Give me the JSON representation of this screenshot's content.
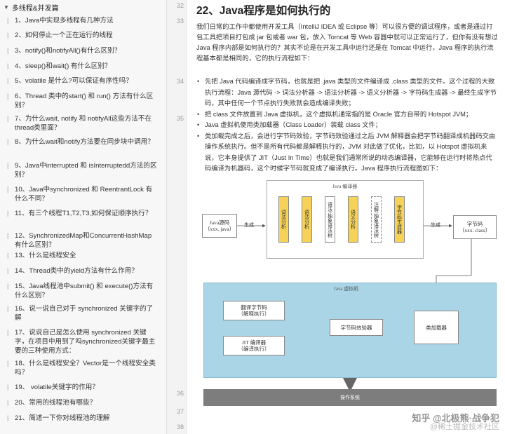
{
  "sidebar": {
    "header": "多线程&并发篇",
    "items": [
      {
        "label": "1、Java中实现多线程有几种方法"
      },
      {
        "label": "2、如何停止一个正在运行的线程"
      },
      {
        "label": "3、notify()和notifyAll()有什么区别？"
      },
      {
        "label": "4、sleep()和wait() 有什么区别？"
      },
      {
        "label": "5、volatile 是什么?可以保证有序性吗？"
      },
      {
        "label": "6、Thread 类中的start() 和 run() 方法有什么区别？"
      },
      {
        "label": "7、为什么wait, notify 和 notifyAll这些方法不在thread类里面？"
      },
      {
        "label": "8、为什么wait和notify方法要在同步块中调用？"
      },
      {
        "label": "9、Java中interrupted 和 isInterruptedd方法的区别？"
      },
      {
        "label": "10、Java中synchronized 和 ReentrantLock 有什么不同？"
      },
      {
        "label": "11、有三个线程T1,T2,T3,如何保证顺序执行？"
      },
      {
        "label": "12、SynchronizedMap和ConcurrentHashMap有什么区别？"
      },
      {
        "label": "13、什么是线程安全"
      },
      {
        "label": "14、Thread类中的yield方法有什么作用？"
      },
      {
        "label": "15、Java线程池中submit() 和 execute()方法有什么区别？"
      },
      {
        "label": "16、说一说自己对于 synchronized 关键字的了解"
      },
      {
        "label": "17、说说自己是怎么使用 synchronized 关键字，在项目中用到了吗synchronized关键字最主要的三种使用方式："
      },
      {
        "label": "18、什么是线程安全？Vector是一个线程安全类吗？"
      },
      {
        "label": "19、 volatile关键字的作用？"
      },
      {
        "label": "20、常用的线程池有哪些？"
      },
      {
        "label": "21、简述一下你对线程池的理解"
      }
    ]
  },
  "gutter": {
    "numbers": [
      "32",
      "33",
      "",
      "",
      "",
      "34",
      "",
      "35",
      "",
      "",
      "",
      "",
      "",
      "",
      "",
      "",
      "",
      "",
      "",
      "",
      "",
      "",
      "",
      "",
      "",
      "",
      "",
      "",
      "",
      "",
      "",
      "",
      "",
      "",
      "36",
      "37",
      "38"
    ]
  },
  "main": {
    "title": "22、Java程序是如何执行的",
    "paragraph": "我们日常的工作中都使用开发工具（IntelliJ IDEA 或 Eclipse 等）可以很方便的调试程序，或者是通过打包工具把项目打包成 jar 包或者 war 包，放入 Tomcat 等 Web 容器中就可以正常运行了，但你有没有想过 Java 程序内部是如何执行的？其实不论是在开发工具中运行还是在 Tomcat 中运行，Java 程序的执行流程基本都是相同的，它的执行流程如下：",
    "bullets": [
      "先把 Java 代码编译成字节码，也就是把 .java 类型的文件编译成 .class 类型的文件。这个过程的大致执行流程：Java 源代码 -> 词法分析器 -> 语法分析器 -> 语义分析器 -> 字符码生成器 -> 最终生成字节码，其中任何一个节点执行失败就会造成编译失败；",
      "把 class 文件放置到 Java 虚拟机，这个虚拟机通常指的是 Oracle 官方自带的 Hotspot JVM；",
      "Java 虚拟机使用类加载器（Class Loader）装载 class 文件；",
      "类加载完成之后，会进行字节码效验，字节码效验通过之后 JVM 解释器会把字节码翻译成机器码交由操作系统执行。但不是所有代码都是解释执行的，JVM 对此做了优化，比如，以 Hotspot 虚拟机来说，它本身提供了 JIT（Just In Time）也就是我们通常所说的动态编译器，它能够在运行时将热点代码编译为机器码，这个时候字节码就变成了编译执行。Java 程序执行流程图如下："
    ]
  },
  "diagram": {
    "compiler_label": "Java 编译器",
    "source_box": "Java源码\n（xxx. java）",
    "generate_1": "生成",
    "generate_2": "生成",
    "steps": [
      "词法分析",
      "语法分析",
      "语法/抽象语法树",
      "语义分析",
      "注解/抽象语法树",
      "字节码生成器"
    ],
    "bytecode_box": "字节码\n（xxx. class）",
    "jvm_label": "Java 虚拟机",
    "interpreter": "翻译字节码\n（解释执行）",
    "jit": "JIT 编译器\n（编译执行）",
    "verifier": "字节码效验器",
    "class_loader": "类加载器",
    "os": "操作系统"
  },
  "watermark": {
    "main": "知乎 @北极熊·战争犯",
    "sub": "@稀土掘金技术社区"
  }
}
